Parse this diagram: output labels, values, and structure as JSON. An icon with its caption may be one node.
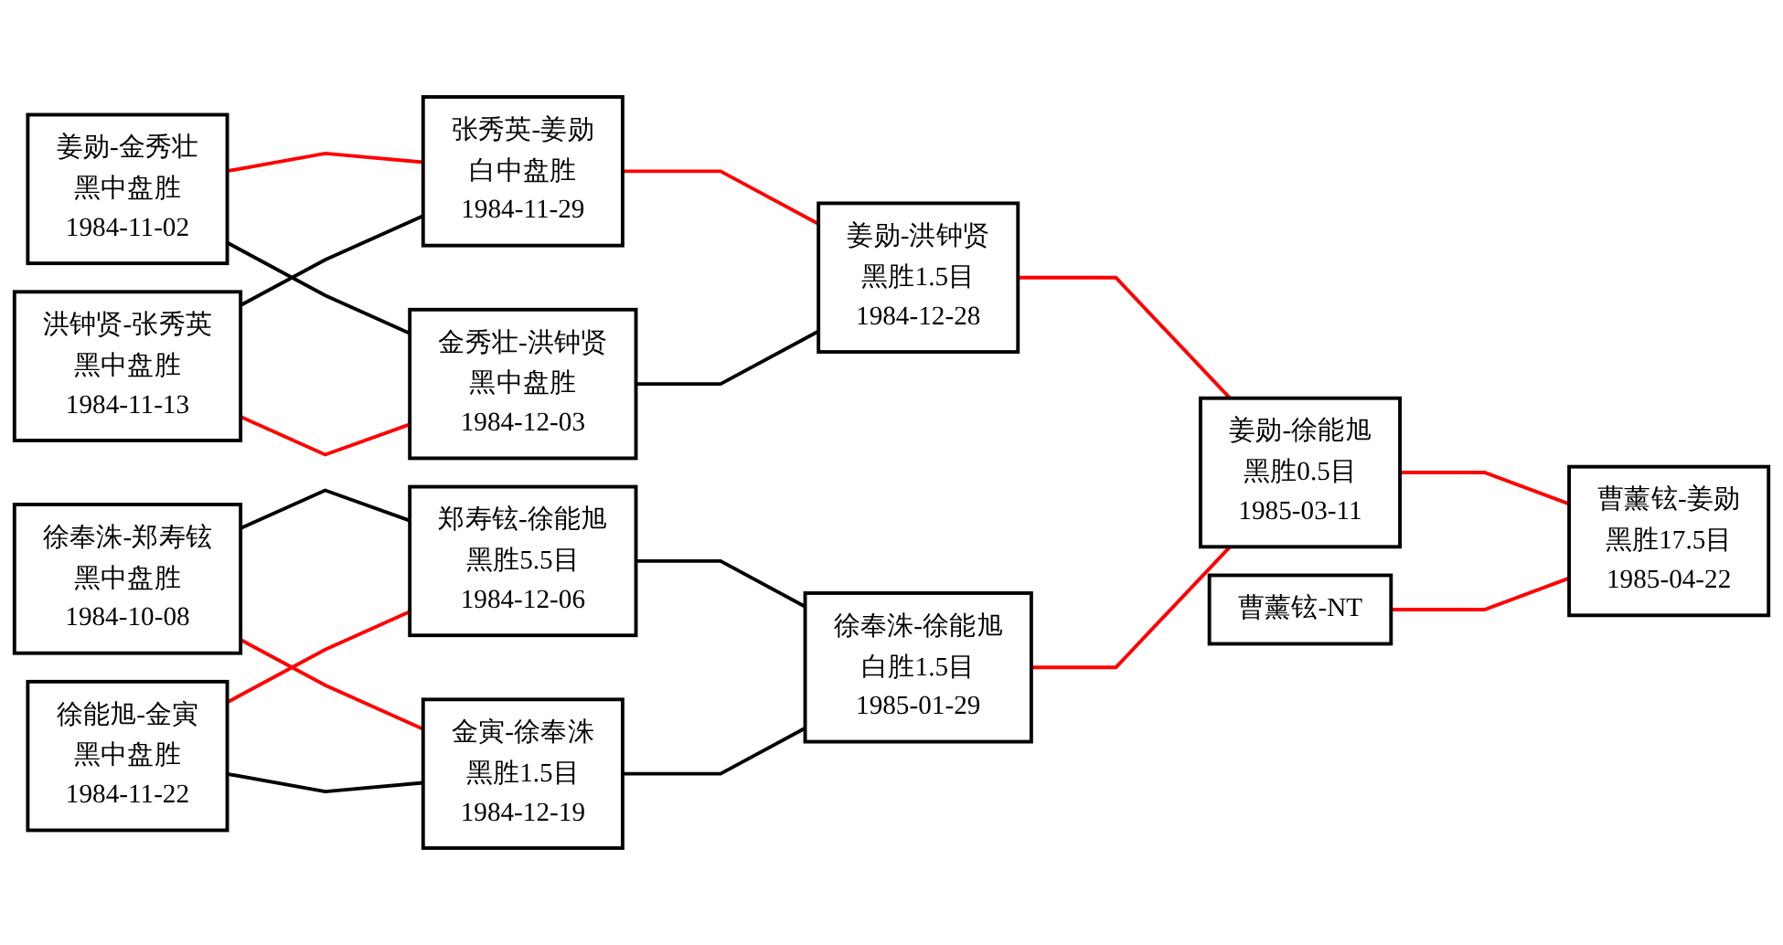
{
  "diagram": {
    "nodes": [
      {
        "text": [
          "姜勋-金秀壮",
          "黑中盘胜",
          "1984-11-02"
        ]
      },
      {
        "text": [
          "洪钟贤-张秀英",
          "黑中盘胜",
          "1984-11-13"
        ]
      },
      {
        "text": [
          "徐奉洙-郑寿铉",
          "黑中盘胜",
          "1984-10-08"
        ]
      },
      {
        "text": [
          "徐能旭-金寅",
          "黑中盘胜",
          "1984-11-22"
        ]
      },
      {
        "text": [
          "张秀英-姜勋",
          "白中盘胜",
          "1984-11-29"
        ]
      },
      {
        "text": [
          "金秀壮-洪钟贤",
          "黑中盘胜",
          "1984-12-03"
        ]
      },
      {
        "text": [
          "郑寿铉-徐能旭",
          "黑胜5.5目",
          "1984-12-06"
        ]
      },
      {
        "text": [
          "金寅-徐奉洙",
          "黑胜1.5目",
          "1984-12-19"
        ]
      },
      {
        "text": [
          "姜勋-洪钟贤",
          "黑胜1.5目",
          "1984-12-28"
        ]
      },
      {
        "text": [
          "徐奉洙-徐能旭",
          "白胜1.5目",
          "1985-01-29"
        ]
      },
      {
        "text": [
          "姜勋-徐能旭",
          "黑胜0.5目",
          "1985-03-11"
        ]
      },
      {
        "text": [
          "曹薰铉-NT"
        ]
      },
      {
        "text": [
          "曹薰铉-姜勋",
          "黑胜17.5目",
          "1985-04-22"
        ]
      }
    ],
    "edges": [
      {
        "from": 0,
        "to": 4,
        "arrow": "none"
      },
      {
        "from": 0,
        "to": 5,
        "arrow": "none",
        "color": "#000000"
      },
      {
        "from": 1,
        "to": 4,
        "arrow": "none",
        "color": "#000000"
      },
      {
        "from": 1,
        "to": 5,
        "arrow": "none"
      },
      {
        "from": 2,
        "to": 6,
        "arrow": "none",
        "color": "#000000"
      },
      {
        "from": 2,
        "to": 7,
        "arrow": "none"
      },
      {
        "from": 3,
        "to": 6,
        "arrow": "none"
      },
      {
        "from": 3,
        "to": 7,
        "arrow": "none",
        "color": "#000000"
      },
      {
        "from": 4,
        "to": 8,
        "arrow": "none"
      },
      {
        "from": 5,
        "to": 8,
        "arrow": "none",
        "color": "#000000"
      },
      {
        "from": 6,
        "to": 9,
        "arrow": "none",
        "color": "#000000"
      },
      {
        "from": 7,
        "to": 9,
        "arrow": "none",
        "color": "#000000"
      },
      {
        "from": 8,
        "to": 10,
        "arrow": "none"
      },
      {
        "from": 9,
        "to": 10,
        "arrow": "none"
      },
      {
        "from": 10,
        "to": 12,
        "arrow": "none"
      },
      {
        "from": 11,
        "to": 12,
        "arrow": "none"
      }
    ]
  }
}
